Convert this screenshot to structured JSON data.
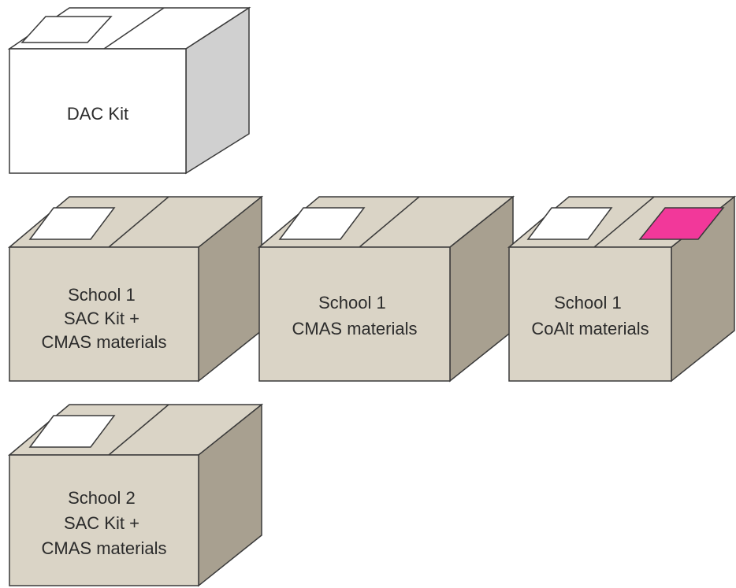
{
  "boxes": [
    {
      "id": "dac-kit",
      "lines": [
        "DAC Kit"
      ],
      "front_color": "#ffffff",
      "top_color": "#ffffff",
      "side_color": "#d0d0d0",
      "label_colors": [
        "#ffffff"
      ]
    },
    {
      "id": "school1-sac-cmas",
      "lines": [
        "School 1",
        "SAC Kit +",
        "CMAS materials"
      ],
      "front_color": "#dad4c6",
      "top_color": "#dad4c6",
      "side_color": "#a8a090",
      "label_colors": [
        "#ffffff"
      ]
    },
    {
      "id": "school1-cmas",
      "lines": [
        "School 1",
        "CMAS materials"
      ],
      "front_color": "#dad4c6",
      "top_color": "#dad4c6",
      "side_color": "#a8a090",
      "label_colors": [
        "#ffffff"
      ]
    },
    {
      "id": "school1-coalt",
      "lines": [
        "School 1",
        "CoAlt materials"
      ],
      "front_color": "#dad4c6",
      "top_color": "#dad4c6",
      "side_color": "#a8a090",
      "label_colors": [
        "#ffffff",
        "#f2389a"
      ]
    },
    {
      "id": "school2-sac-cmas",
      "lines": [
        "School 2",
        "SAC Kit +",
        "CMAS materials"
      ],
      "front_color": "#dad4c6",
      "top_color": "#dad4c6",
      "side_color": "#a8a090",
      "label_colors": [
        "#ffffff"
      ]
    }
  ]
}
